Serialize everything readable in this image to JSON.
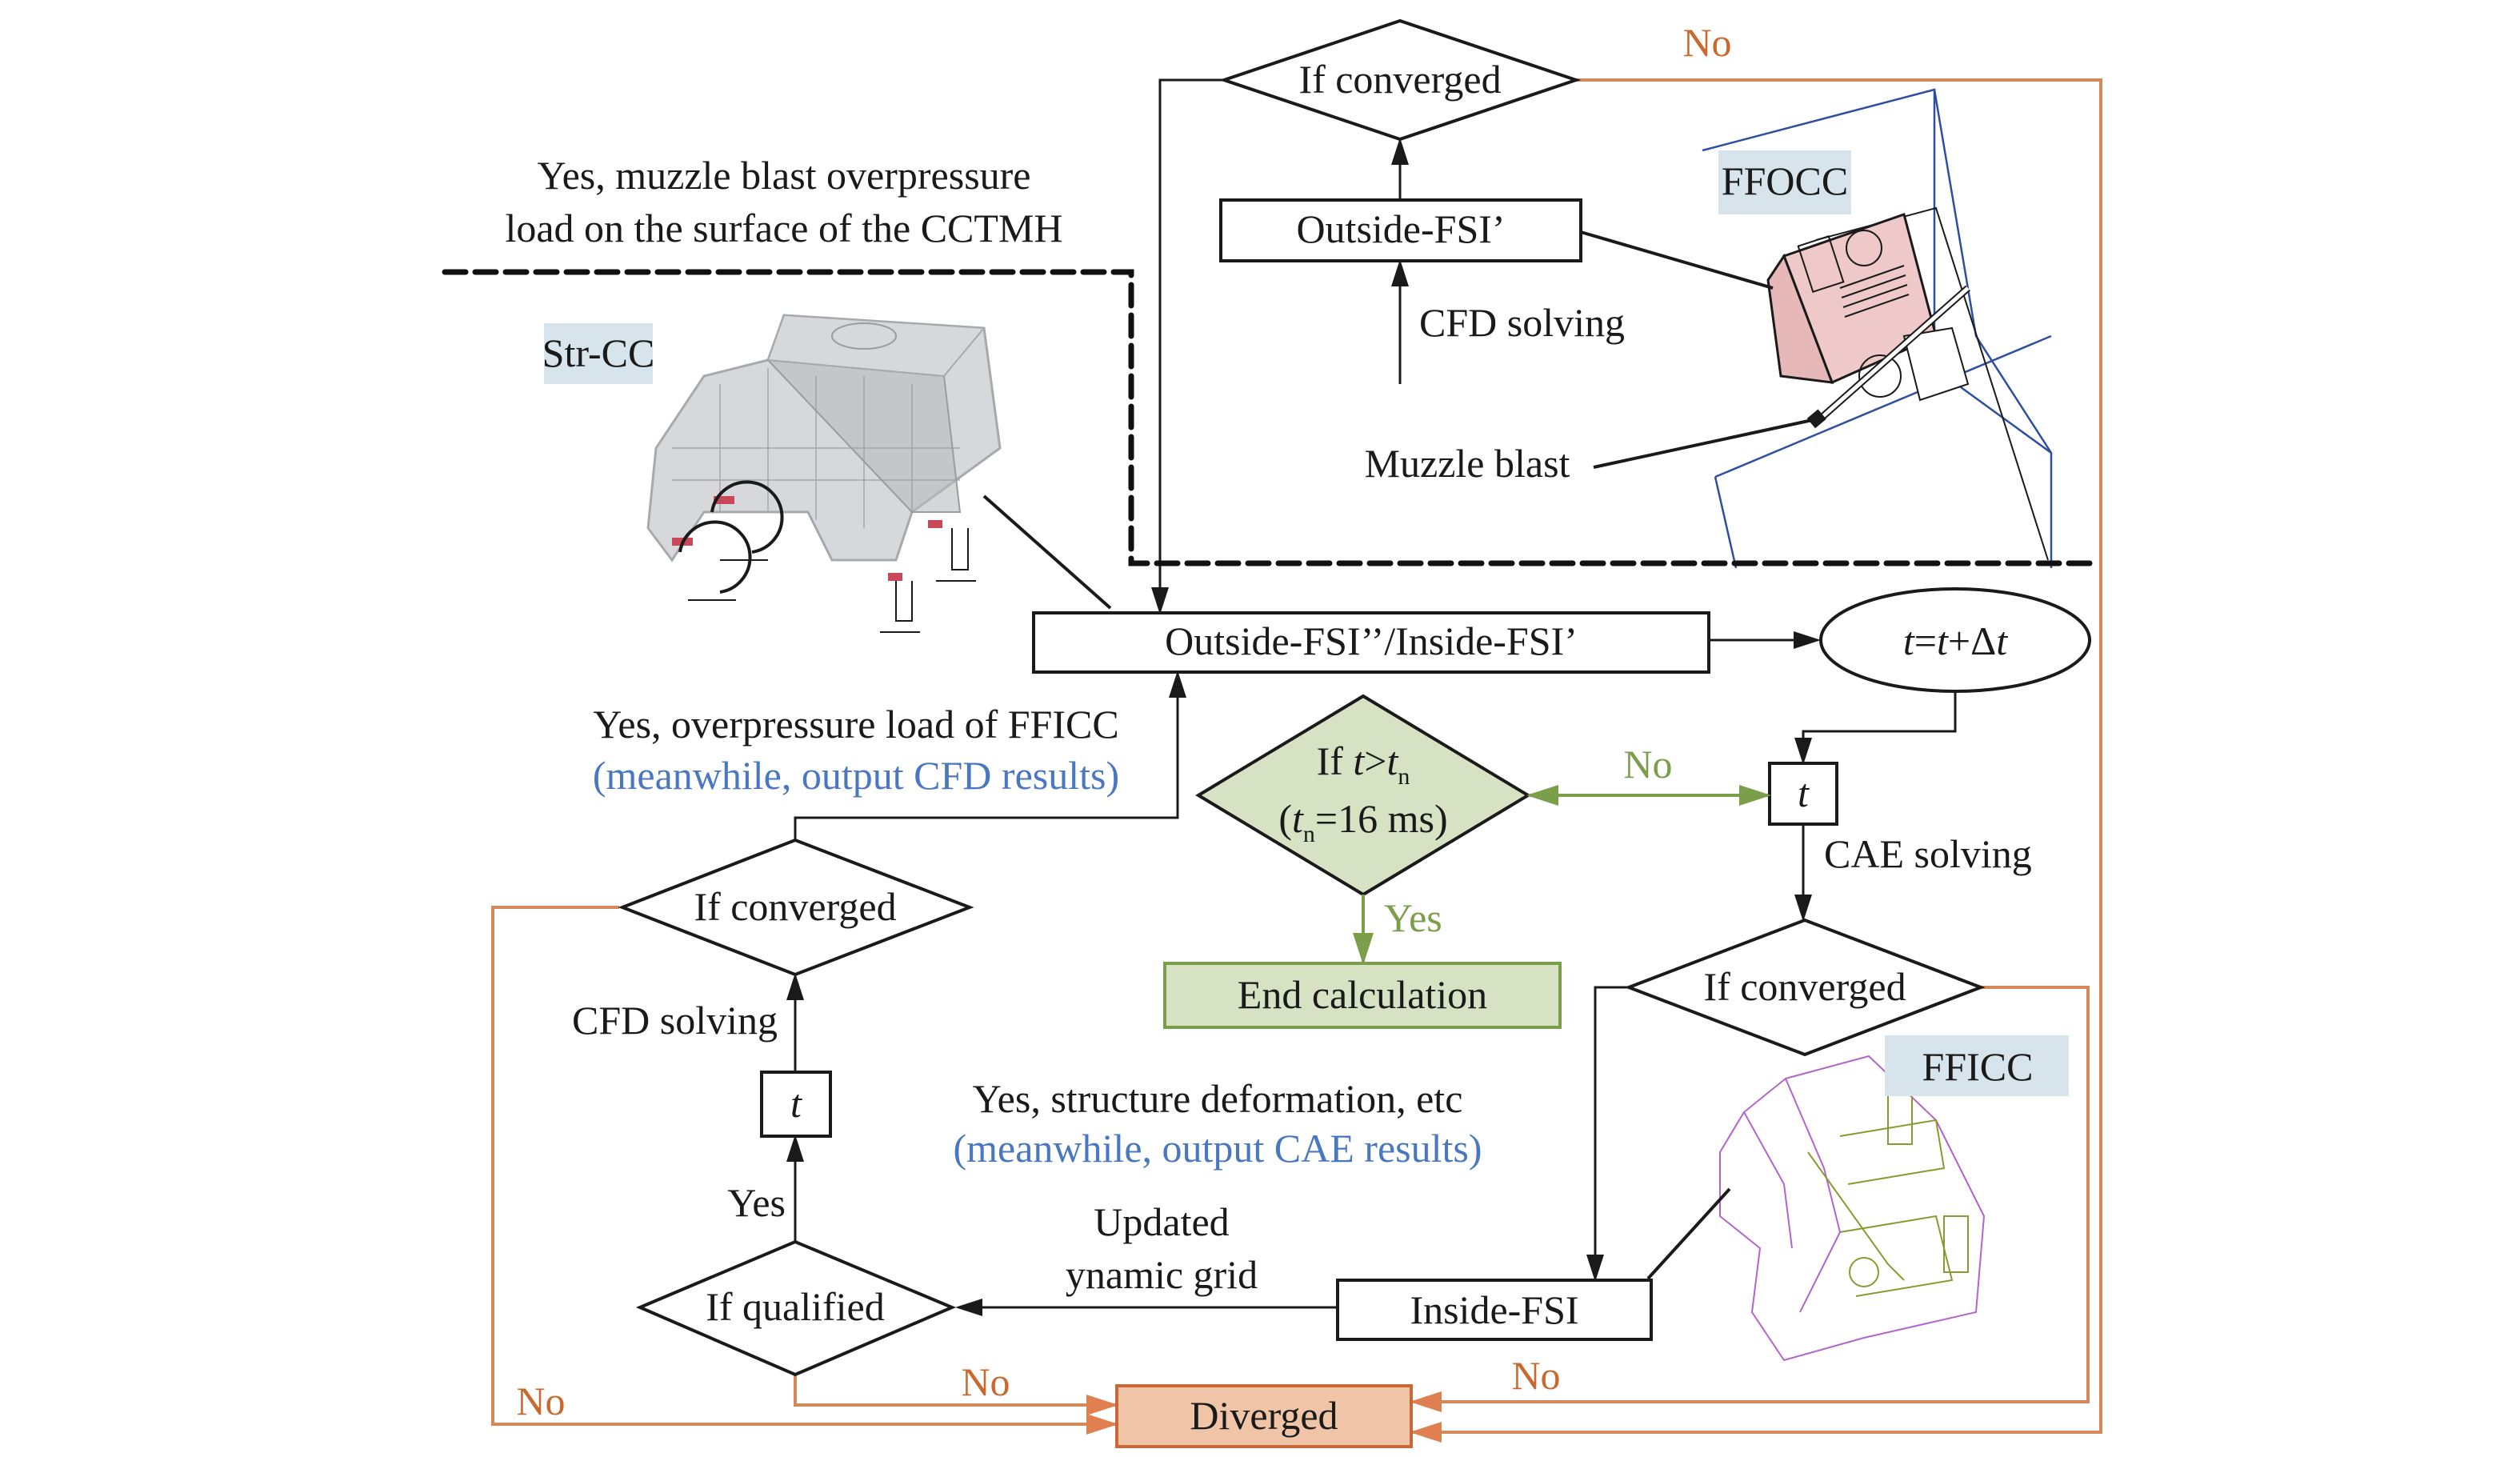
{
  "colors": {
    "line": "#1a1a1a",
    "no_branch": "#d4895a",
    "no_text": "#c8692f",
    "green_stroke": "#7a9e4a",
    "green_fill": "#d6e2c3",
    "diverged_fill": "#f0c4a6",
    "diverged_stroke": "#c8693a",
    "note_blue": "#4a78c0",
    "tag_fill": "#d7e4ec"
  },
  "top": {
    "converged_label": "If converged",
    "no_label": "No",
    "outside_fsi_prime": "Outside-FSI’",
    "cfd_solving": "CFD solving",
    "muzzle_blast": "Muzzle blast",
    "ffocc_tag": "FFOCC"
  },
  "muzzle_note": {
    "line1": "Yes, muzzle blast overpressure",
    "line2": "load on the surface of the CCTMH"
  },
  "str_cc_tag": "Str-CC",
  "main_box": "Outside-FSI’’/Inside-FSI’",
  "time_step": {
    "t1": "t",
    "eq": "=",
    "t2": "t",
    "plus": "+Δ",
    "t3": "t"
  },
  "time_check": {
    "line1_prefix": "If ",
    "t": "t",
    "gt": ">",
    "tn": "t",
    "sub_n": "n",
    "line2_open": "(",
    "line2_t": "t",
    "line2_sub": "n",
    "line2_rest": "=16 ms)",
    "no_label": "No",
    "yes_label": "Yes"
  },
  "end_calculation": "End calculation",
  "cae_branch": {
    "t_box": "t",
    "cae_solving": "CAE solving",
    "converged_label": "If converged",
    "ffico_tag": "FFICC",
    "inside_fsi": "Inside-FSI",
    "no_label": "No"
  },
  "notes": {
    "ffico_yes_line1": "Yes, overpressure load of FFICC",
    "ffico_yes_line2": "(meanwhile, output CFD results)",
    "struct_yes_line1": "Yes, structure deformation, etc",
    "struct_yes_line2": "(meanwhile, output CAE results)",
    "updated_line1": "Updated",
    "updated_line2": "ynamic grid"
  },
  "cfd_branch": {
    "converged_label": "If converged",
    "cfd_solving": "CFD solving",
    "t_box": "t",
    "yes_label": "Yes",
    "qualified_label": "If qualified",
    "no_label_left": "No",
    "no_label_bottom": "No"
  },
  "diverged": "Diverged"
}
